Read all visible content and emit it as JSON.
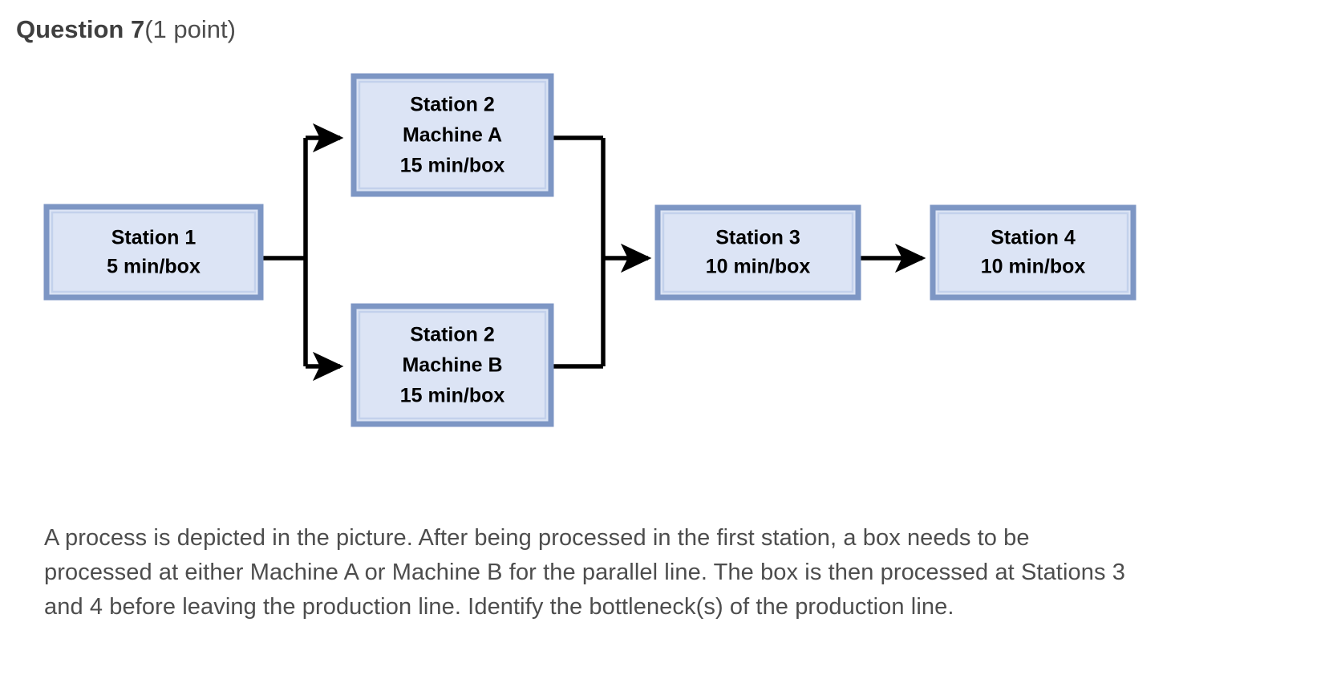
{
  "question": {
    "label": "Question 7",
    "points": "(1 point)",
    "body": "A process is depicted in the picture. After being processed in the first station, a box needs to be processed at either Machine A or Machine B for the parallel line. The box is then processed at Stations 3 and 4 before leaving the production line. Identify the bottleneck(s) of the production line."
  },
  "colors": {
    "box_fill": "#dce4f5",
    "box_border": "#7d96c4",
    "box_inner_line": "#c3d1ec",
    "connector": "#000000",
    "heading_text": "#3f3f3f",
    "body_text": "#4d4d4d",
    "page_background": "#ffffff"
  },
  "diagram": {
    "type": "process-flow",
    "nodes": [
      {
        "id": "station-1",
        "lines": [
          "Station 1",
          "5 min/box"
        ],
        "line1": "Station 1",
        "line2": "5 min/box",
        "line3": "",
        "time_min_per_box": 5
      },
      {
        "id": "station-2-machine-a",
        "lines": [
          "Station 2",
          "Machine A",
          "15 min/box"
        ],
        "line1": "Station 2",
        "line2": "Machine A",
        "line3": "15 min/box",
        "time_min_per_box": 15
      },
      {
        "id": "station-2-machine-b",
        "lines": [
          "Station 2",
          "Machine B",
          "15 min/box"
        ],
        "line1": "Station 2",
        "line2": "Machine B",
        "line3": "15 min/box",
        "time_min_per_box": 15
      },
      {
        "id": "station-3",
        "lines": [
          "Station 3",
          "10 min/box"
        ],
        "line1": "Station 3",
        "line2": "10 min/box",
        "line3": "",
        "time_min_per_box": 10
      },
      {
        "id": "station-4",
        "lines": [
          "Station 4",
          "10 min/box"
        ],
        "line1": "Station 4",
        "line2": "10 min/box",
        "line3": "",
        "time_min_per_box": 10
      }
    ],
    "edges": [
      {
        "from": "station-1",
        "to": "station-2-machine-a"
      },
      {
        "from": "station-1",
        "to": "station-2-machine-b"
      },
      {
        "from": "station-2-machine-a",
        "to": "station-3"
      },
      {
        "from": "station-2-machine-b",
        "to": "station-3"
      },
      {
        "from": "station-3",
        "to": "station-4"
      }
    ]
  }
}
